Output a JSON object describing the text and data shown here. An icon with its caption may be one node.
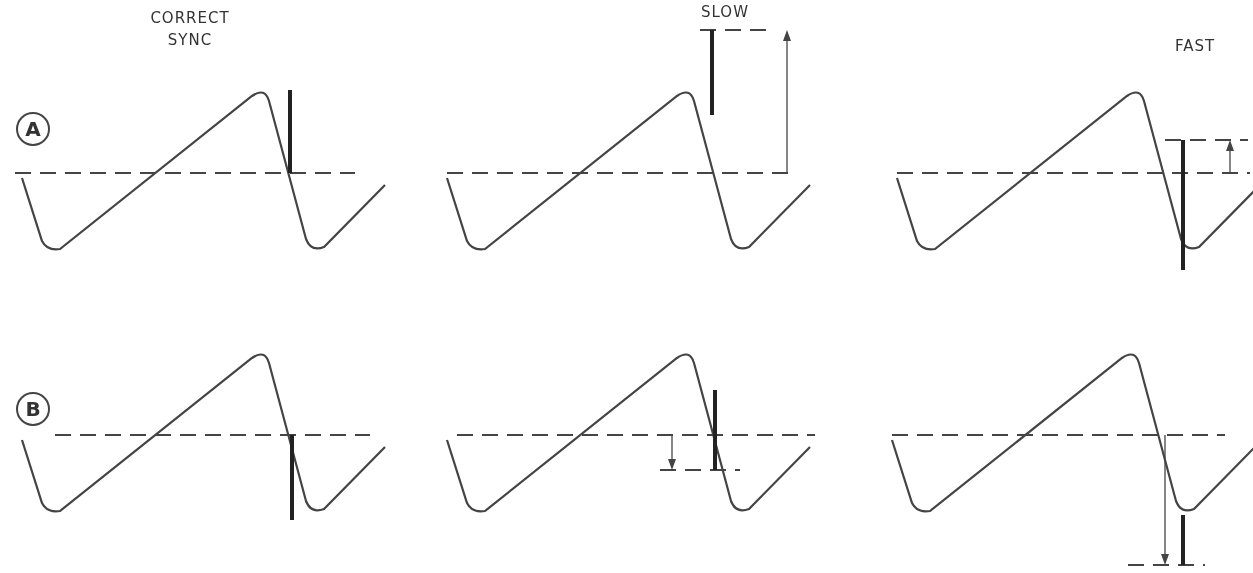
{
  "diagram": {
    "nodes": [
      {
        "text": [
          "A"
        ]
      },
      {
        "text": [
          "B"
        ]
      }
    ],
    "labels": [
      "CORRECT SYNC",
      "SLOW",
      "FAST"
    ]
  }
}
